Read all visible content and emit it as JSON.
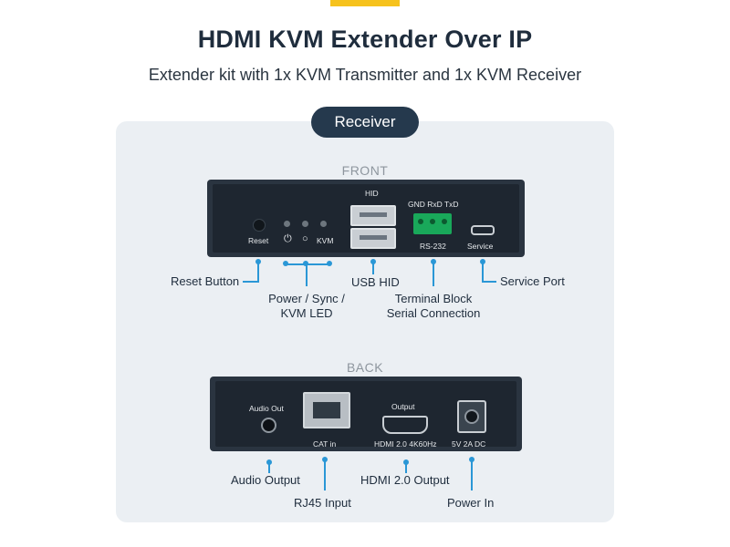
{
  "header": {
    "title": "HDMI KVM Extender Over IP",
    "subtitle": "Extender kit with 1x KVM Transmitter and 1x KVM Receiver"
  },
  "badge": {
    "label": "Receiver"
  },
  "front": {
    "section_label": "FRONT",
    "device_labels": {
      "hid": "HID",
      "reset": "Reset",
      "kvm": "KVM",
      "terminal_pins": "GND RxD TxD",
      "rs232": "RS-232",
      "service": "Service"
    },
    "callouts": {
      "reset_button": "Reset Button",
      "led_line1": "Power / Sync /",
      "led_line2": "KVM LED",
      "usb_hid": "USB HID",
      "terminal_line1": "Terminal Block",
      "terminal_line2": "Serial Connection",
      "service_port": "Service Port"
    }
  },
  "back": {
    "section_label": "BACK",
    "device_labels": {
      "audio_out": "Audio Out",
      "cat_in": "CAT in",
      "output": "Output",
      "hdmi_spec": "HDMI 2.0 4K60Hz",
      "power_spec": "5V 2A DC"
    },
    "callouts": {
      "audio_output": "Audio Output",
      "rj45_input": "RJ45 Input",
      "hdmi_output": "HDMI 2.0 Output",
      "power_in": "Power In"
    }
  },
  "colors": {
    "accent": "#f6c21c",
    "badge": "#25394d",
    "callout_line": "#2a97d6",
    "terminal_block": "#19a85a",
    "panel": "#ebeff3"
  }
}
